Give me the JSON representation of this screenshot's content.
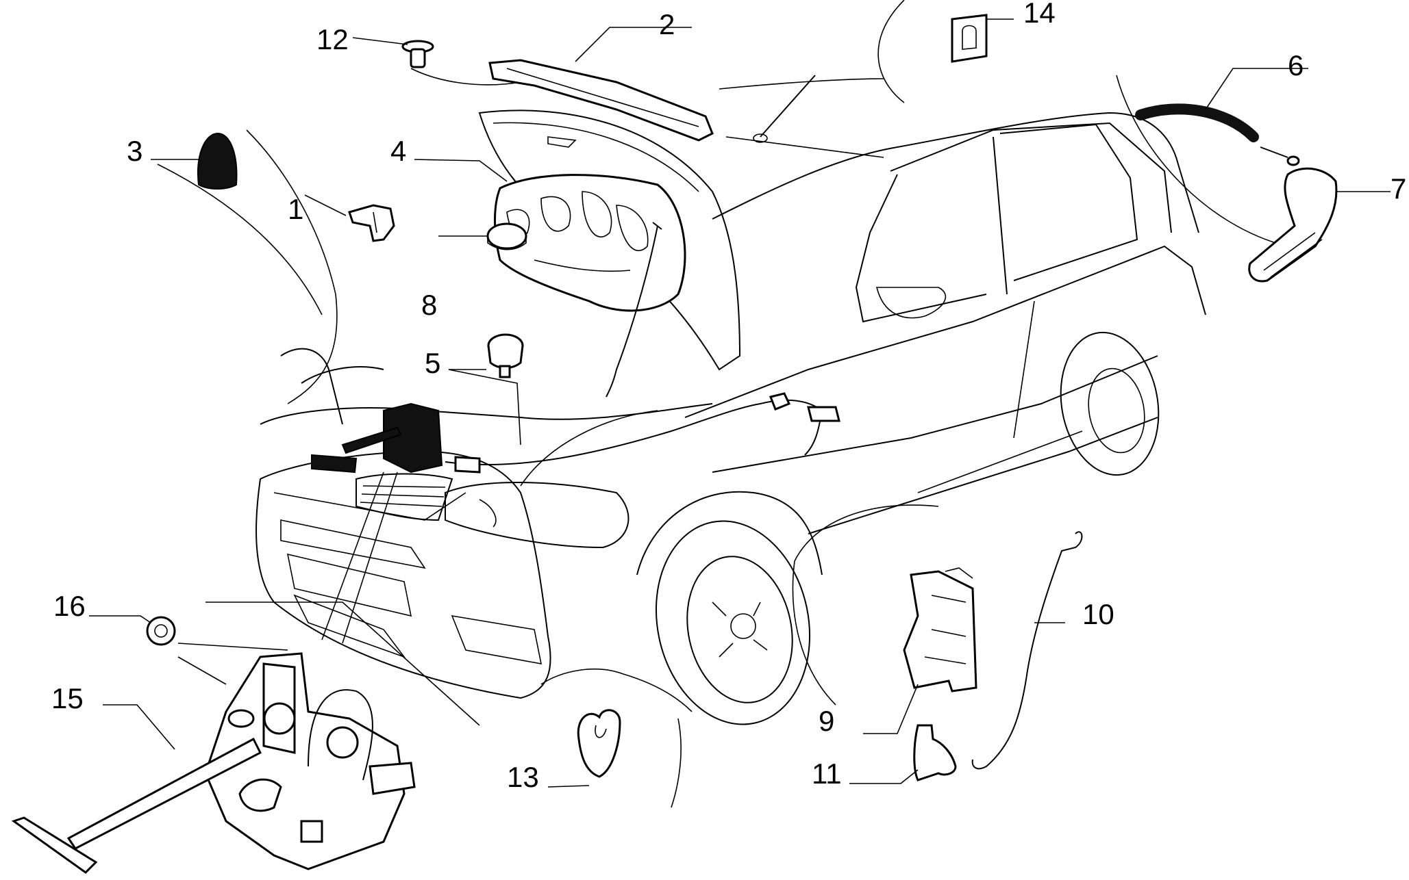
{
  "diagram": {
    "callouts": [
      {
        "id": "1",
        "text": "1"
      },
      {
        "id": "2",
        "text": "2"
      },
      {
        "id": "3",
        "text": "3"
      },
      {
        "id": "4",
        "text": "4"
      },
      {
        "id": "5",
        "text": "5"
      },
      {
        "id": "6",
        "text": "6"
      },
      {
        "id": "7",
        "text": "7"
      },
      {
        "id": "8",
        "text": "8"
      },
      {
        "id": "9",
        "text": "9"
      },
      {
        "id": "10",
        "text": "10"
      },
      {
        "id": "11",
        "text": "11"
      },
      {
        "id": "12",
        "text": "12"
      },
      {
        "id": "13",
        "text": "13"
      },
      {
        "id": "14",
        "text": "14"
      },
      {
        "id": "15",
        "text": "15"
      },
      {
        "id": "16",
        "text": "16"
      }
    ]
  }
}
